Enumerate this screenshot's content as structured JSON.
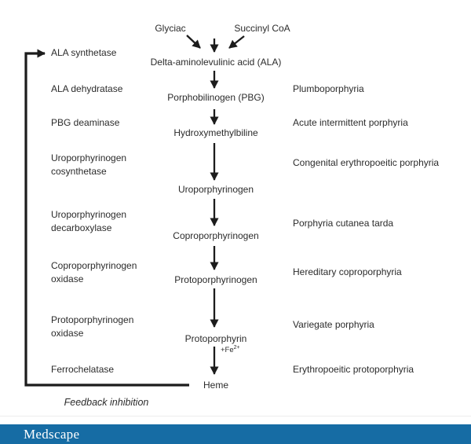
{
  "diagram": {
    "substrates": {
      "left": "Glyciac",
      "right": "Succinyl CoA"
    },
    "intermediates": [
      "Delta-aminolevulinic acid (ALA)",
      "Porphobilinogen (PBG)",
      "Hydroxymethylbiline",
      "Uroporphyrinogen",
      "Coproporphyrinogen",
      "Protoporphyrinogen",
      "Protoporphyrin",
      "Heme"
    ],
    "enzymes": [
      "ALA synthetase",
      "ALA dehydratase",
      "PBG deaminase",
      "Uroporphyrinogen cosynthetase",
      "Uroporphyrinogen decarboxylase",
      "Coproporphyrinogen oxidase",
      "Protoporphyrinogen oxidase",
      "Ferrochelatase"
    ],
    "porphyrias": [
      "Plumboporphyria",
      "Acute intermittent porphyria",
      "Congenital erythropoeitic porphyria",
      "Porphyria cutanea tarda",
      "Hereditary coproporphyria",
      "Variegate porphyria",
      "Erythropoeitic protoporphyria"
    ],
    "cofactor": {
      "base": "+Fe",
      "superscript": "2+"
    },
    "feedback_label": "Feedback inhibition"
  },
  "footer": {
    "brand": "Medscape"
  },
  "colors": {
    "footer_bar": "#166ca4",
    "ink": "#1c1c1c"
  }
}
